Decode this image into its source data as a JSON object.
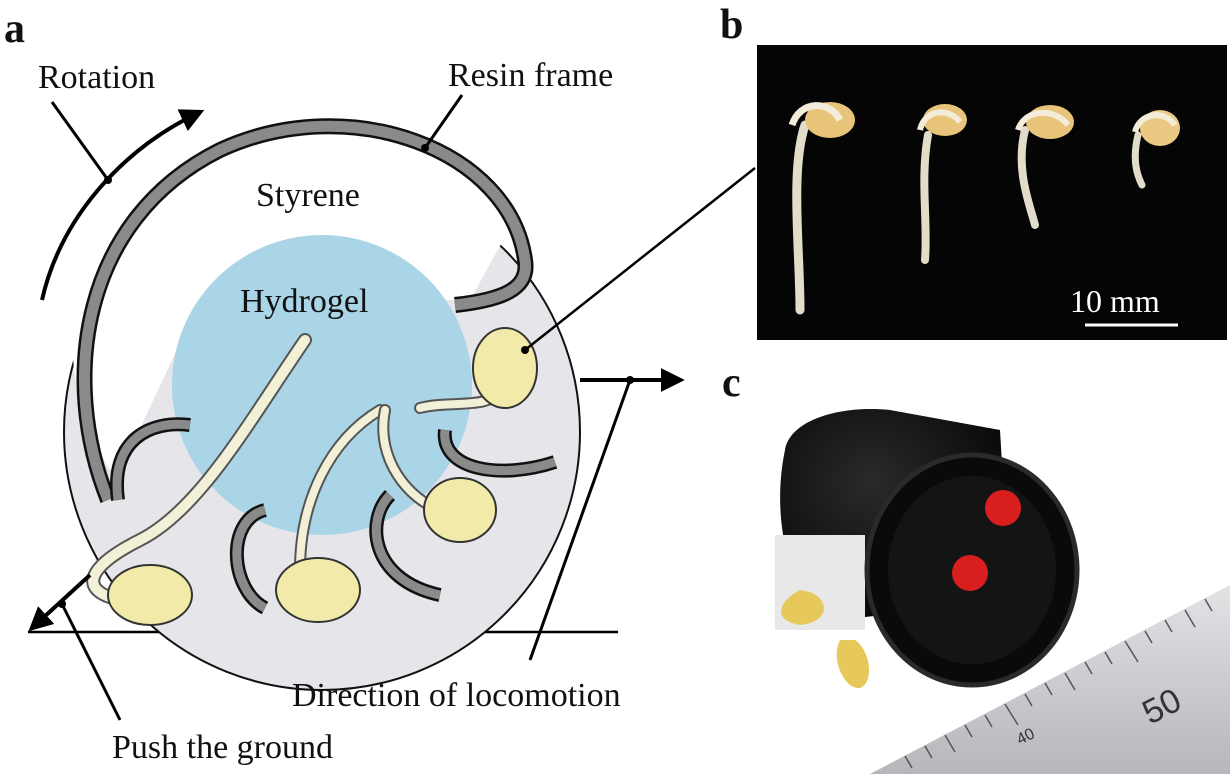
{
  "panels": {
    "a": "a",
    "b": "b",
    "c": "c"
  },
  "diagram_a": {
    "rotation": "Rotation",
    "resin_frame": "Resin frame",
    "styrene": "Styrene",
    "hydrogel": "Hydrogel",
    "direction": "Direction of locomotion",
    "push": "Push the ground"
  },
  "photo_b": {
    "scale_bar": "10 mm"
  },
  "photo_c": {
    "ruler_major": "50",
    "ruler_minor": "40"
  },
  "colors": {
    "frame": "#777777",
    "styrene": "#e6e6ea",
    "hydrogel": "#a9d5e6",
    "seed": "#f2eaa8",
    "sprout": "#f3f0d8",
    "marker": "#d81e1e"
  }
}
